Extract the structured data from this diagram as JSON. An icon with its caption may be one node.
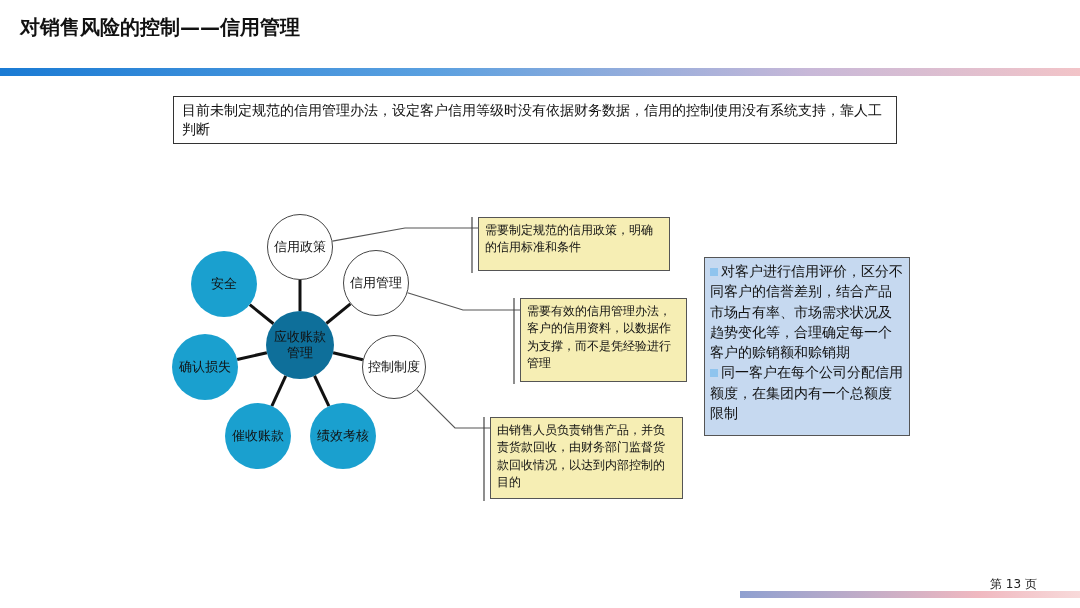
{
  "diagram": {
    "title": "对销售风险的控制——信用管理",
    "nodes": [
      {
        "text": [
          "目前未制定规范的信用管理办法，设定客户信用等级时没有依据财务数据，信用的控制使用没有系统支持，靠人工判断"
        ]
      },
      {
        "text": [
          "应收账款管理"
        ]
      },
      {
        "text": [
          "信用政策"
        ]
      },
      {
        "text": [
          "信用管理"
        ]
      },
      {
        "text": [
          "控制制度"
        ]
      },
      {
        "text": [
          "绩效考核"
        ]
      },
      {
        "text": [
          "催收账款"
        ]
      },
      {
        "text": [
          "确认损失"
        ]
      },
      {
        "text": [
          "安全"
        ]
      },
      {
        "text": [
          "需要制定规范的信用政策，明确的信用标准和条件"
        ]
      },
      {
        "text": [
          "需要有效的信用管理办法，客户的信用资料，以数据作为支撑，而不是凭经验进行管理"
        ]
      },
      {
        "text": [
          "由销售人员负责销售产品，并负责货款回收，由财务部门监督货款回收情况，以达到内部控制的目的"
        ]
      },
      {
        "text": [
          "对客户进行信用评价，区分不同客户的信誉差别，结合产品市场占有率、市场需求状况及趋势变化等，合理确定每一个客户的赊销额和赊销期",
          "同一客户在每个公司分配信用额度，在集团内有一个总额度限制"
        ]
      }
    ],
    "edges": [
      {
        "from": 1,
        "to": 2,
        "arrow": "none"
      },
      {
        "from": 1,
        "to": 3,
        "arrow": "none"
      },
      {
        "from": 1,
        "to": 4,
        "arrow": "none"
      },
      {
        "from": 1,
        "to": 5,
        "arrow": "none"
      },
      {
        "from": 1,
        "to": 6,
        "arrow": "none"
      },
      {
        "from": 1,
        "to": 7,
        "arrow": "none"
      },
      {
        "from": 1,
        "to": 8,
        "arrow": "none"
      },
      {
        "from": 2,
        "to": 9,
        "arrow": "none",
        "color": "#555555"
      },
      {
        "from": 3,
        "to": 10,
        "arrow": "none",
        "color": "#555555"
      },
      {
        "from": 4,
        "to": 11,
        "arrow": "none",
        "color": "#555555"
      }
    ],
    "labels": [
      "第 13 页"
    ]
  }
}
